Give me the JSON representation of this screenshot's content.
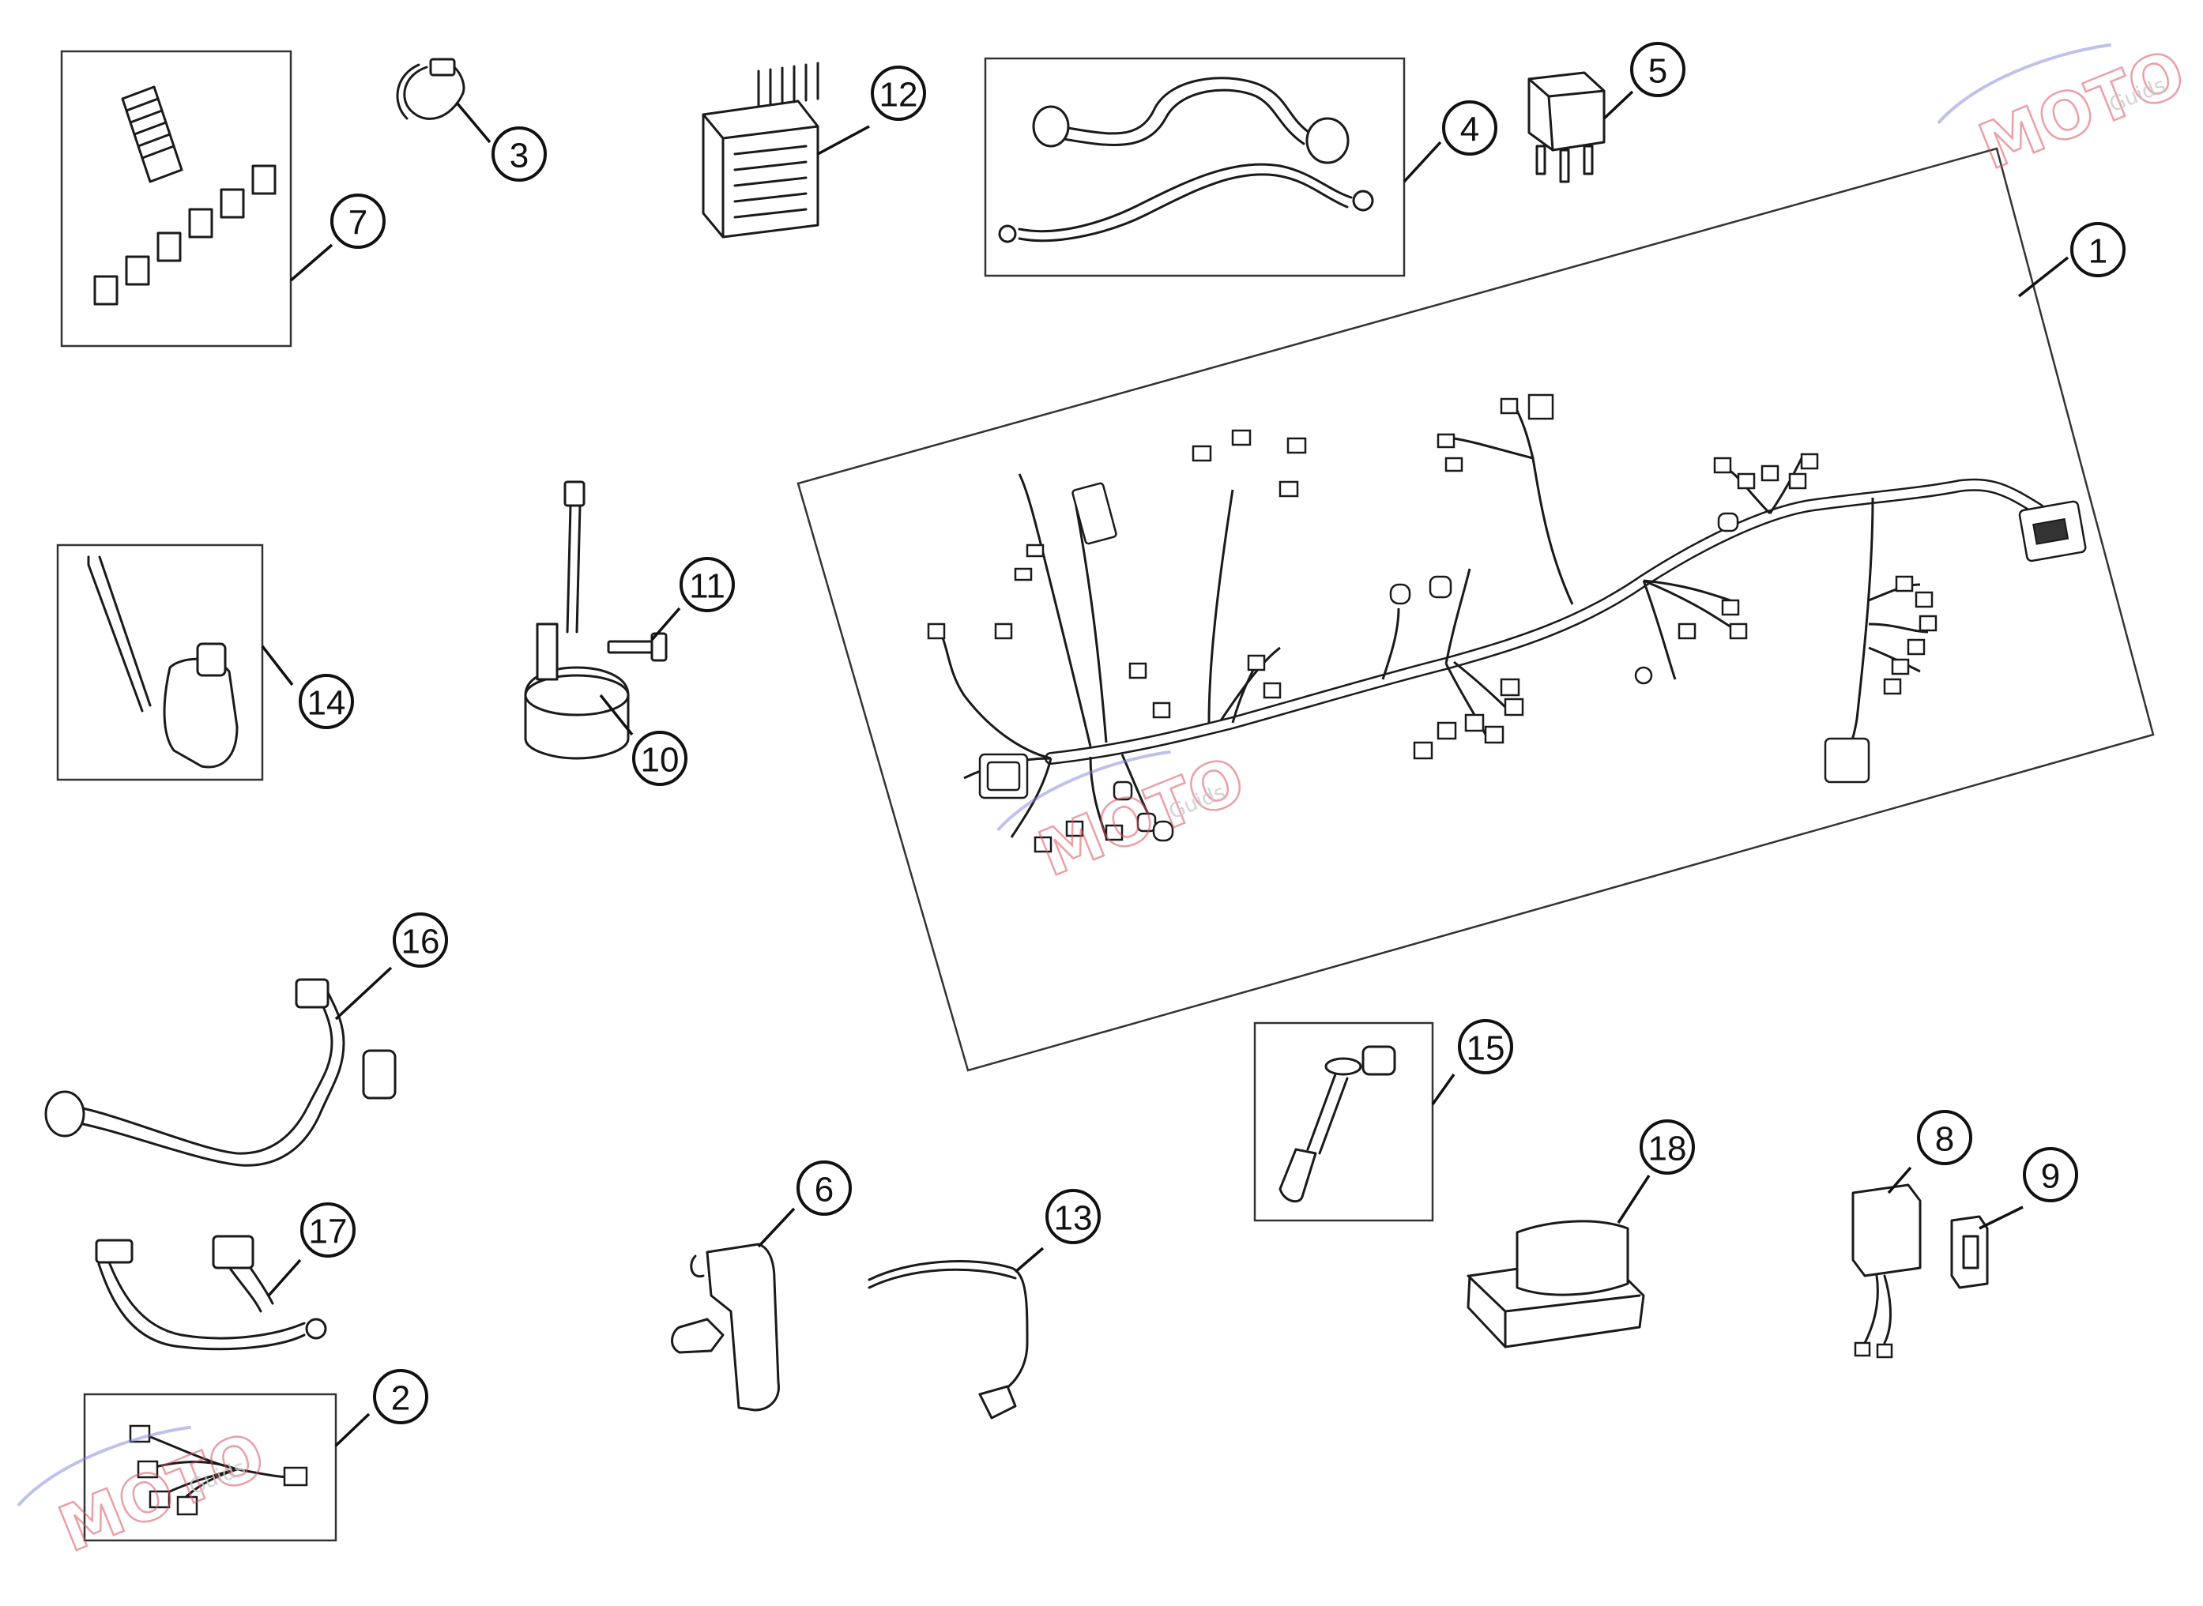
{
  "callouts": [
    {
      "label": "1"
    },
    {
      "label": "2"
    },
    {
      "label": "3"
    },
    {
      "label": "4"
    },
    {
      "label": "5"
    },
    {
      "label": "6"
    },
    {
      "label": "7"
    },
    {
      "label": "8"
    },
    {
      "label": "9"
    },
    {
      "label": "10"
    },
    {
      "label": "11"
    },
    {
      "label": "12"
    },
    {
      "label": "13"
    },
    {
      "label": "14"
    },
    {
      "label": "15"
    },
    {
      "label": "16"
    },
    {
      "label": "17"
    },
    {
      "label": "18"
    }
  ],
  "watermark": {
    "logo_text": "MOTO",
    "sub_text": "Guids",
    "colors": {
      "red": "#d9535f",
      "blue": "#7d86d6",
      "grey": "#bdbdbd"
    }
  },
  "colors": {
    "line": "#1a1a1a",
    "background": "#ffffff"
  }
}
